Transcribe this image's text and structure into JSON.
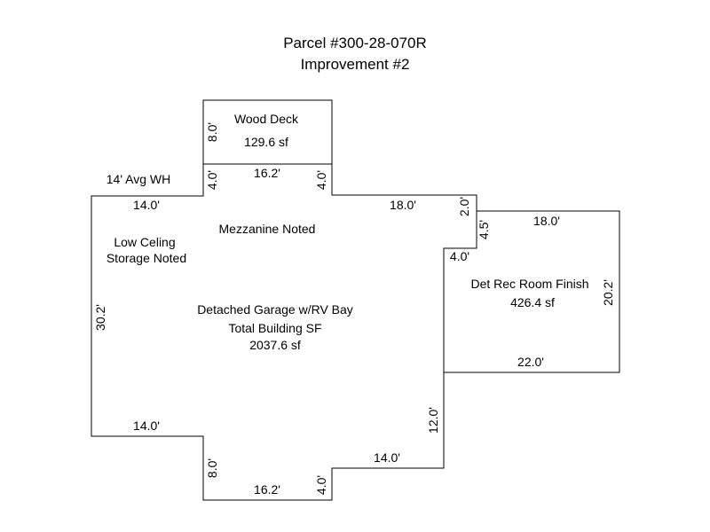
{
  "title": {
    "line1": "Parcel #300-28-070R",
    "line2": "Improvement #2"
  },
  "areas": {
    "deck": {
      "name": "Wood Deck",
      "area": "129.6 sf"
    },
    "garage": {
      "line1": "Detached Garage w/RV Bay",
      "line2": "Total Building SF",
      "area": "2037.6 sf"
    },
    "rec": {
      "name": "Det Rec Room Finish",
      "area": "426.4 sf"
    }
  },
  "notes": {
    "wall_height": "14' Avg WH",
    "mezzanine": "Mezzanine Noted",
    "storage_line1": "Low Celing",
    "storage_line2": "Storage Noted"
  },
  "dimensions": {
    "deck_height": "8.0'",
    "deck_width": "16.2'",
    "deck_left_stub": "4.0'",
    "deck_right_stub": "4.0'",
    "top_left_run": "14.0'",
    "top_right_run": "18.0'",
    "right_step_up": "2.0'",
    "rec_step": "4.5'",
    "rec_top": "18.0'",
    "inner_step": "4.0'",
    "rec_right": "20.2'",
    "rec_bottom": "22.0'",
    "left_wall": "30.2'",
    "bottom_left_run": "14.0'",
    "right_lower_wall": "12.0'",
    "bottom_right_run": "14.0'",
    "bottom_notch_left": "8.0'",
    "bottom_notch_width": "16.2'",
    "bottom_notch_right": "4.0'"
  }
}
